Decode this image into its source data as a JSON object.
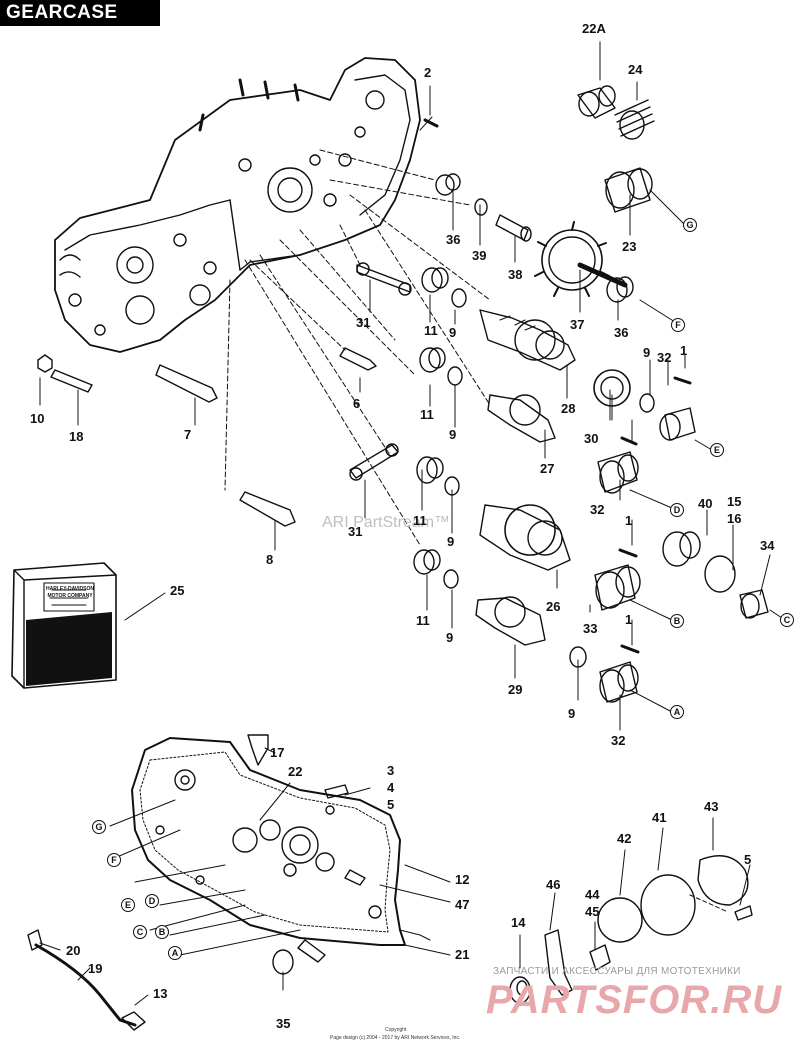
{
  "header": {
    "title": "GEARCASE"
  },
  "watermark": "ARI PartStream™",
  "footer": {
    "line1": "Copyright",
    "line2": "Page design (c) 2004 - 2017 by ARI Network Services, Inc."
  },
  "site_tagline": "ЗАПЧАСТИ И АКСЕССУАРЫ ДЛЯ МОТОТЕХНИКИ",
  "site_logo": "PARTSFOR.RU",
  "product_logo_text": "HARLEY-DAVIDSON MOTOR COMPANY",
  "colors": {
    "ink": "#111111",
    "watermark": "#bfbfbf",
    "site_logo": "#e8a7aa"
  },
  "callouts": [
    "22A",
    "24",
    "2",
    "23",
    "36",
    "39",
    "38",
    "37",
    "36",
    "31",
    "11",
    "9",
    "28",
    "10",
    "18",
    "7",
    "6",
    "11",
    "9",
    "30",
    "9",
    "32",
    "1",
    "27",
    "32",
    "8",
    "31",
    "11",
    "9",
    "26",
    "40",
    "15",
    "16",
    "34",
    "1",
    "25",
    "11",
    "9",
    "33",
    "29",
    "1",
    "9",
    "32",
    "17",
    "22",
    "3",
    "4",
    "5",
    "12",
    "47",
    "21",
    "20",
    "19",
    "13",
    "35",
    "14",
    "46",
    "44",
    "45",
    "42",
    "41",
    "43",
    "5"
  ],
  "connectors": [
    "G",
    "F",
    "E",
    "D",
    "C",
    "B",
    "A",
    "G",
    "F",
    "E",
    "D",
    "C",
    "B",
    "A"
  ]
}
